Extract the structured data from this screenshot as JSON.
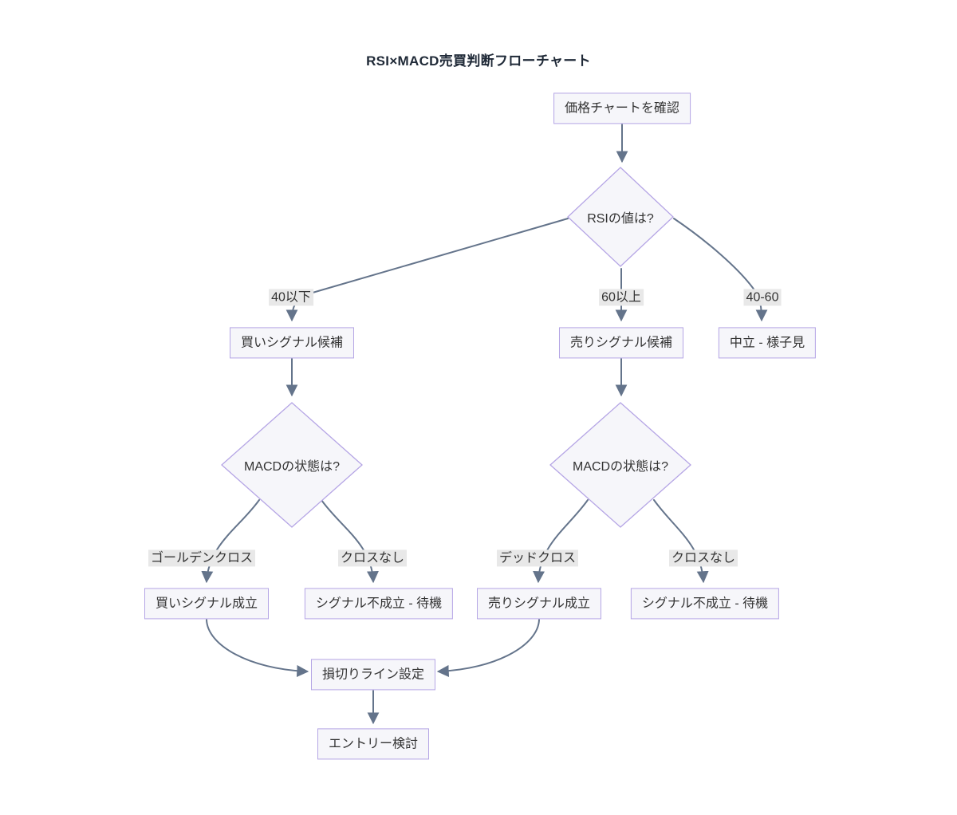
{
  "title": "RSI×MACD売買判断フローチャート",
  "colors": {
    "node_fill": "#f6f6fa",
    "node_border": "#b5a5e5",
    "edge": "#64748b",
    "text": "#333333",
    "title": "#1f2937",
    "label_bg": "#e8e8e8"
  },
  "nodes": {
    "start": "価格チャートを確認",
    "rsi_decision": "RSIの値は?",
    "buy_candidate": "買いシグナル候補",
    "sell_candidate": "売りシグナル候補",
    "neutral": "中立 - 様子見",
    "macd_left": "MACDの状態は?",
    "macd_right": "MACDの状態は?",
    "buy_signal": "買いシグナル成立",
    "no_signal_left": "シグナル不成立 - 待機",
    "sell_signal": "売りシグナル成立",
    "no_signal_right": "シグナル不成立 - 待機",
    "stop_loss": "損切りライン設定",
    "entry": "エントリー検討"
  },
  "edge_labels": {
    "below40": "40以下",
    "above60": "60以上",
    "range4060": "40-60",
    "golden_cross": "ゴールデンクロス",
    "no_cross_left": "クロスなし",
    "dead_cross": "デッドクロス",
    "no_cross_right": "クロスなし"
  }
}
